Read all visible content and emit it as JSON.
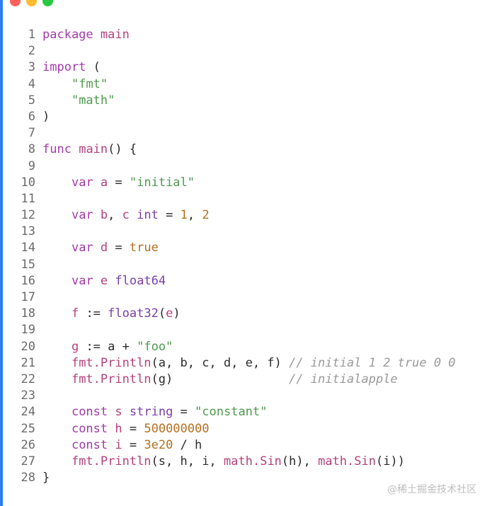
{
  "window": {
    "buttons": [
      "close",
      "minimize",
      "zoom"
    ]
  },
  "lines": [
    {
      "n": "1",
      "tokens": [
        [
          "kw",
          "package"
        ],
        [
          "plain",
          " "
        ],
        [
          "fn",
          "main"
        ]
      ]
    },
    {
      "n": "2",
      "tokens": []
    },
    {
      "n": "3",
      "tokens": [
        [
          "kw",
          "import"
        ],
        [
          "plain",
          " ("
        ]
      ]
    },
    {
      "n": "4",
      "tokens": [
        [
          "plain",
          "    "
        ],
        [
          "str",
          "\"fmt\""
        ]
      ]
    },
    {
      "n": "5",
      "tokens": [
        [
          "plain",
          "    "
        ],
        [
          "str",
          "\"math\""
        ]
      ]
    },
    {
      "n": "6",
      "tokens": [
        [
          "plain",
          ")"
        ]
      ]
    },
    {
      "n": "7",
      "tokens": []
    },
    {
      "n": "8",
      "tokens": [
        [
          "kw",
          "func"
        ],
        [
          "plain",
          " "
        ],
        [
          "fn",
          "main"
        ],
        [
          "plain",
          "() {"
        ]
      ]
    },
    {
      "n": "9",
      "tokens": []
    },
    {
      "n": "10",
      "tokens": [
        [
          "plain",
          "    "
        ],
        [
          "kw",
          "var"
        ],
        [
          "plain",
          " "
        ],
        [
          "id",
          "a"
        ],
        [
          "plain",
          " = "
        ],
        [
          "str",
          "\"initial\""
        ]
      ]
    },
    {
      "n": "11",
      "tokens": []
    },
    {
      "n": "12",
      "tokens": [
        [
          "plain",
          "    "
        ],
        [
          "kw",
          "var"
        ],
        [
          "plain",
          " "
        ],
        [
          "id",
          "b"
        ],
        [
          "plain",
          ", "
        ],
        [
          "id",
          "c"
        ],
        [
          "plain",
          " "
        ],
        [
          "typ",
          "int"
        ],
        [
          "plain",
          " = "
        ],
        [
          "num",
          "1"
        ],
        [
          "plain",
          ", "
        ],
        [
          "num",
          "2"
        ]
      ]
    },
    {
      "n": "13",
      "tokens": []
    },
    {
      "n": "14",
      "tokens": [
        [
          "plain",
          "    "
        ],
        [
          "kw",
          "var"
        ],
        [
          "plain",
          " "
        ],
        [
          "id",
          "d"
        ],
        [
          "plain",
          " = "
        ],
        [
          "num",
          "true"
        ]
      ]
    },
    {
      "n": "15",
      "tokens": []
    },
    {
      "n": "16",
      "tokens": [
        [
          "plain",
          "    "
        ],
        [
          "kw",
          "var"
        ],
        [
          "plain",
          " "
        ],
        [
          "id",
          "e"
        ],
        [
          "plain",
          " "
        ],
        [
          "typ",
          "float64"
        ]
      ]
    },
    {
      "n": "17",
      "tokens": []
    },
    {
      "n": "18",
      "tokens": [
        [
          "plain",
          "    "
        ],
        [
          "id",
          "f"
        ],
        [
          "plain",
          " := "
        ],
        [
          "typ",
          "float32"
        ],
        [
          "plain",
          "("
        ],
        [
          "id",
          "e"
        ],
        [
          "plain",
          ")"
        ]
      ]
    },
    {
      "n": "19",
      "tokens": []
    },
    {
      "n": "20",
      "tokens": [
        [
          "plain",
          "    "
        ],
        [
          "id",
          "g"
        ],
        [
          "plain",
          " := "
        ],
        [
          "plain",
          "a + "
        ],
        [
          "str",
          "\"foo\""
        ]
      ]
    },
    {
      "n": "21",
      "tokens": [
        [
          "plain",
          "    "
        ],
        [
          "fn",
          "fmt.Println"
        ],
        [
          "plain",
          "(a, b, c, d, e, f) "
        ],
        [
          "cmt",
          "// initial 1 2 true 0 0"
        ]
      ]
    },
    {
      "n": "22",
      "tokens": [
        [
          "plain",
          "    "
        ],
        [
          "fn",
          "fmt.Println"
        ],
        [
          "plain",
          "(g)                "
        ],
        [
          "cmt",
          "// initialapple"
        ]
      ]
    },
    {
      "n": "23",
      "tokens": []
    },
    {
      "n": "24",
      "tokens": [
        [
          "plain",
          "    "
        ],
        [
          "kw",
          "const"
        ],
        [
          "plain",
          " "
        ],
        [
          "id",
          "s"
        ],
        [
          "plain",
          " "
        ],
        [
          "typ",
          "string"
        ],
        [
          "plain",
          " = "
        ],
        [
          "str",
          "\"constant\""
        ]
      ]
    },
    {
      "n": "25",
      "tokens": [
        [
          "plain",
          "    "
        ],
        [
          "kw",
          "const"
        ],
        [
          "plain",
          " "
        ],
        [
          "id",
          "h"
        ],
        [
          "plain",
          " = "
        ],
        [
          "num",
          "500000000"
        ]
      ]
    },
    {
      "n": "26",
      "tokens": [
        [
          "plain",
          "    "
        ],
        [
          "kw",
          "const"
        ],
        [
          "plain",
          " "
        ],
        [
          "id",
          "i"
        ],
        [
          "plain",
          " = "
        ],
        [
          "num",
          "3e20"
        ],
        [
          "plain",
          " / h"
        ]
      ]
    },
    {
      "n": "27",
      "tokens": [
        [
          "plain",
          "    "
        ],
        [
          "fn",
          "fmt.Println"
        ],
        [
          "plain",
          "(s, h, i, "
        ],
        [
          "fn",
          "math.Sin"
        ],
        [
          "plain",
          "(h), "
        ],
        [
          "fn",
          "math.Sin"
        ],
        [
          "plain",
          "(i))"
        ]
      ]
    },
    {
      "n": "28",
      "tokens": [
        [
          "plain",
          "}"
        ]
      ]
    }
  ],
  "watermark": "@稀土掘金技术社区"
}
